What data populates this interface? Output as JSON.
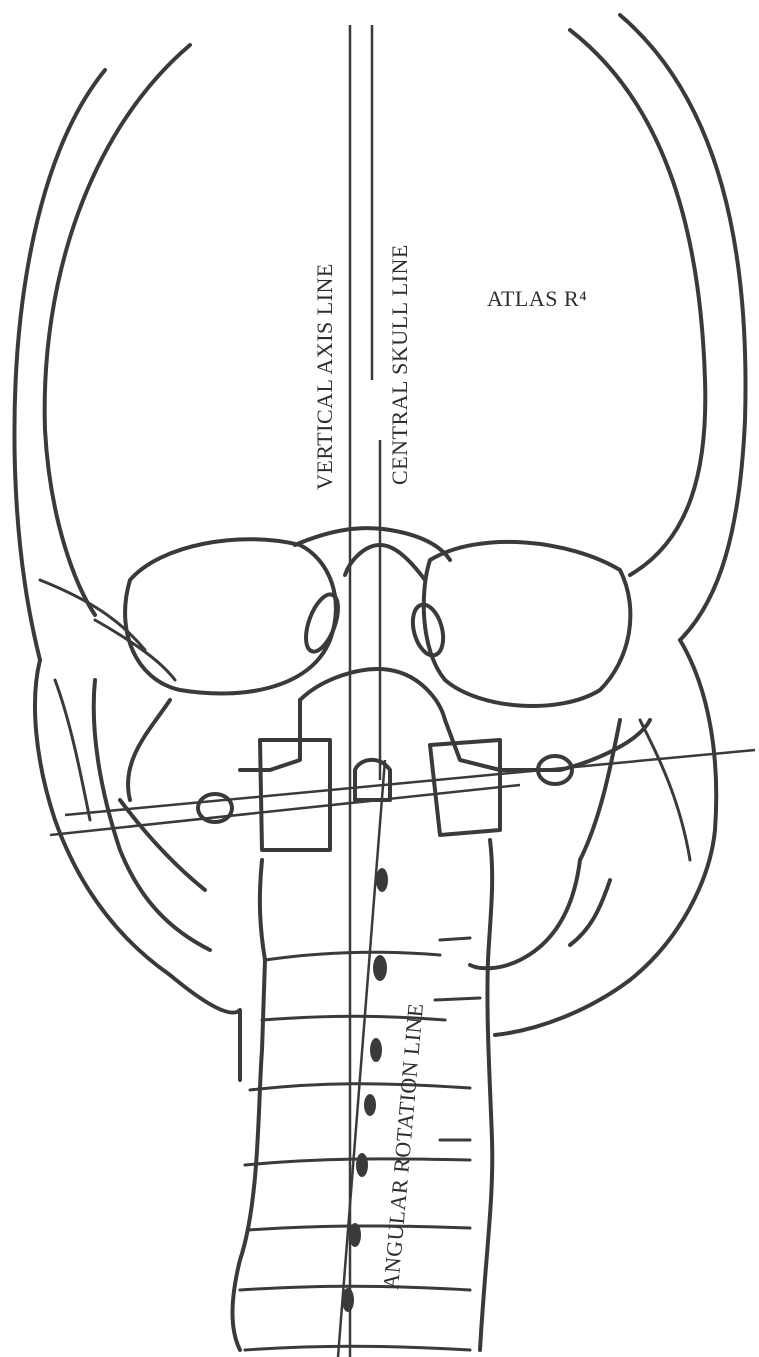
{
  "labels": {
    "vertical_axis": "VERTICAL AXIS LINE",
    "central_skull": "CENTRAL SKULL LINE",
    "atlas": "ATLAS R⁴",
    "angular_rotation": "ANGULAR ROTATION LINE"
  },
  "colors": {
    "ink": "#3a3a3a",
    "paper": "#ffffff"
  }
}
